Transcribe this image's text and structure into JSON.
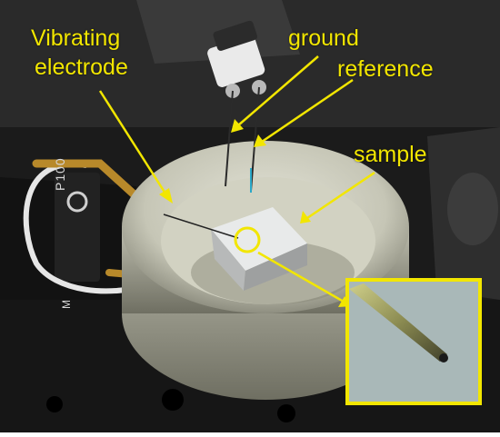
{
  "labels": {
    "vibrating_line1": "Vibrating",
    "vibrating_line2": "electrode",
    "ground": "ground",
    "reference": "reference",
    "sample": "sample"
  },
  "printed_marks": {
    "clamp_model": "P100",
    "stage_mark": "M"
  },
  "colors": {
    "annotation": "#f2e600",
    "background_dark": "#1a1a1a",
    "dish_body": "#cfcfbf",
    "inset_frame": "#f2e600",
    "inset_background": "#a9b8b8"
  }
}
